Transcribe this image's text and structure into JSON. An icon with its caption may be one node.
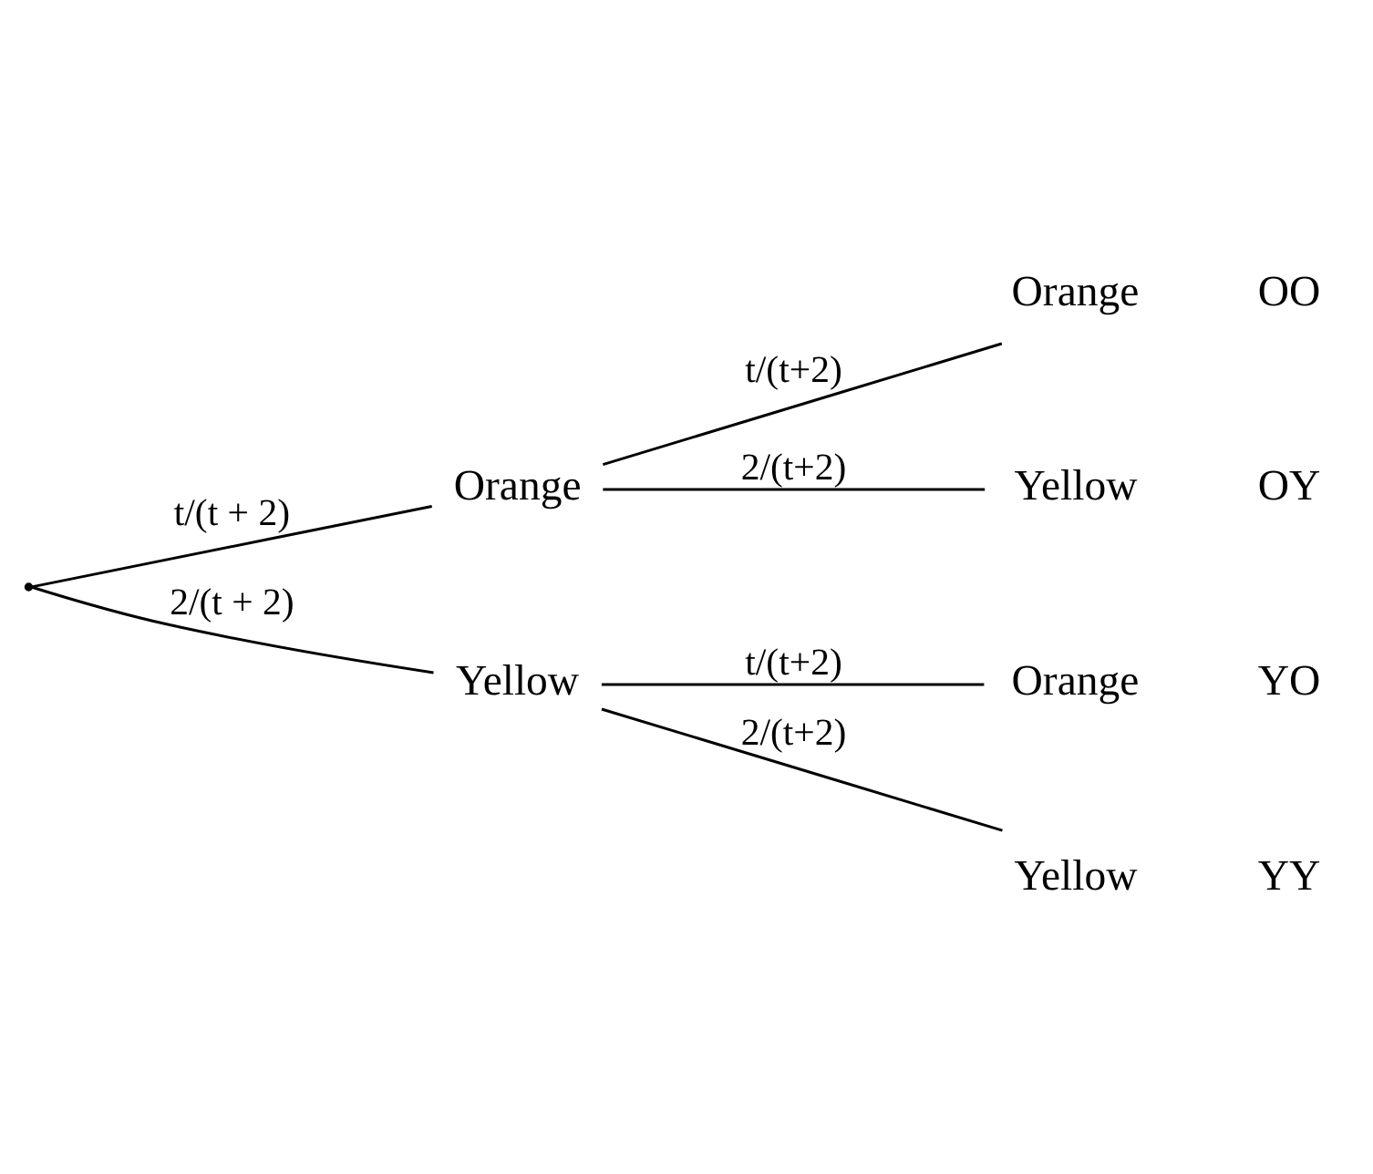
{
  "diagram": {
    "nodes": [
      {
        "text": [],
        "shape": "point"
      },
      {
        "text": [
          "Orange"
        ]
      },
      {
        "text": [
          "Yellow"
        ]
      },
      {
        "text": [
          "Orange"
        ],
        "beside": [
          "OO"
        ]
      },
      {
        "text": [
          "Yellow"
        ],
        "beside": [
          "OY"
        ]
      },
      {
        "text": [
          "Orange"
        ],
        "beside": [
          "YO"
        ]
      },
      {
        "text": [
          "Yellow"
        ],
        "beside": [
          "YY"
        ]
      }
    ],
    "edges": [
      {
        "from": 0,
        "to": 1,
        "arrow": "none",
        "label": "t/(t + 2)"
      },
      {
        "from": 0,
        "to": 2,
        "arrow": "none",
        "label": "2/(t + 2)"
      },
      {
        "from": 1,
        "to": 3,
        "arrow": "none",
        "label": "t/(t+2)"
      },
      {
        "from": 1,
        "to": 4,
        "arrow": "none",
        "label": "2/(t+2)"
      },
      {
        "from": 2,
        "to": 5,
        "arrow": "none",
        "label": "t/(t+2)"
      },
      {
        "from": 2,
        "to": 6,
        "arrow": "none",
        "label": "2/(t+2)"
      }
    ]
  }
}
